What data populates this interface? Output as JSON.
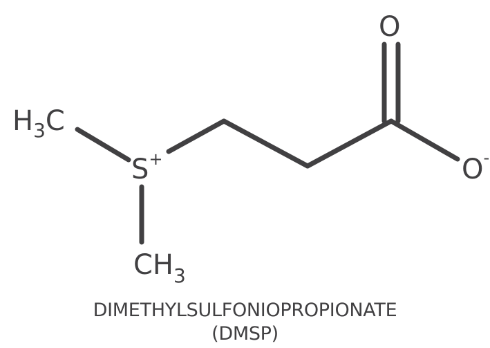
{
  "molecule": {
    "name": "DIMETHYLSULFONIOPROPIONATE",
    "abbreviation": "(DMSP)",
    "atoms": {
      "methyl_top": {
        "main": "H",
        "sub": "3",
        "tail": "C"
      },
      "methyl_bottom": {
        "main": "CH",
        "sub": "3"
      },
      "sulfur": {
        "main": "S",
        "charge": "+"
      },
      "carbonyl_oxygen": {
        "main": "O"
      },
      "carboxylate_oxygen": {
        "main": "O",
        "charge": "-"
      }
    },
    "colors": {
      "ink": "#414042",
      "background": "#ffffff"
    }
  }
}
